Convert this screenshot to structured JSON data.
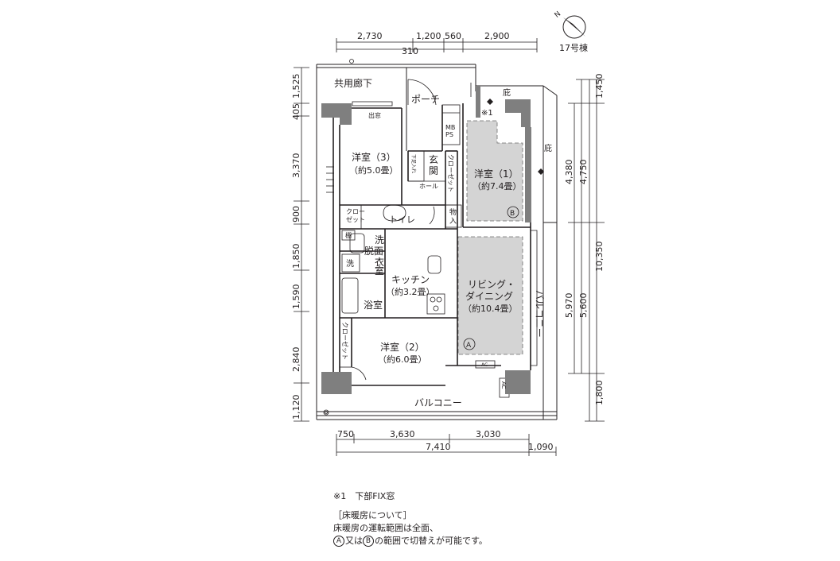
{
  "building_label": "17号棟",
  "compass_mark": "N",
  "top_dims": [
    "2,730",
    "1,200",
    "560",
    "2,900",
    "310"
  ],
  "left_dims": [
    "1,525",
    "405",
    "3,370",
    "900",
    "1,850",
    "1,590",
    "2,840",
    "1,120"
  ],
  "right_dims": [
    "1,450",
    "4,380",
    "4,750",
    "10,350",
    "5,970",
    "5,600",
    "1,800"
  ],
  "bottom_dims": [
    "750",
    "3,630",
    "3,030",
    "7,410",
    "1,090"
  ],
  "rooms": {
    "common_corridor": "共用廊下",
    "porch": "ポーチ",
    "eave_1": "庇",
    "eave_2": "庇",
    "note_mark": "※1",
    "fix_window": "出窓",
    "western_3_name": "洋室（3）",
    "western_3_size": "（約5.0畳）",
    "entrance_a": "玄",
    "entrance_b": "関",
    "shoe_storage": "下足入れ",
    "hall": "ホール",
    "closet_v1": "クローゼット",
    "western_1_name": "洋室（1）",
    "western_1_size": "（約7.4畳）",
    "mb": "MB",
    "ps": "PS",
    "closet_a": "クロー",
    "closet_b": "ゼット",
    "toilet": "トイレ",
    "storage_a": "物",
    "storage_b": "入",
    "shelf": "棚",
    "washroom_1": "洗",
    "washroom_2": "脱面",
    "washroom_3": "衣",
    "washroom_4": "室",
    "washer": "洗",
    "kitchen_name": "キッチン",
    "kitchen_size": "（約3.2畳）",
    "bath": "浴室",
    "living_name_1": "リビング・",
    "living_name_2": "ダイニング",
    "living_size": "（約10.4畳）",
    "balcony_side": "バルコニー",
    "closet_v2": "クローゼット",
    "western_2_name": "洋室（2）",
    "western_2_size": "（約6.0畳）",
    "ac_1": "AC",
    "ac_2": "AC",
    "balcony_bottom": "バルコニー",
    "zone_a": "A",
    "zone_b": "B"
  },
  "notes": {
    "note1": "※1　下部FIX窓",
    "heading": "［床暖房について］",
    "line1": "床暖房の運転範囲は全面、",
    "circle_a": "A",
    "line2_mid": "又は",
    "circle_b": "B",
    "line2_end": "の範囲で切替えが可能です。"
  },
  "colors": {
    "wall": "#7f7f7f",
    "heated_zone": "#d4d4d4",
    "line": "#231f20"
  }
}
